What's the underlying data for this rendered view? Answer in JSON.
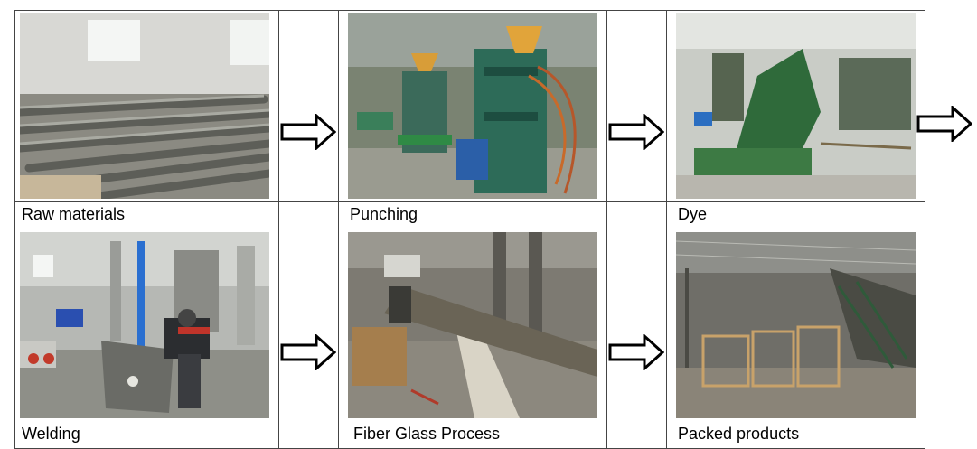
{
  "process_steps": [
    {
      "label": "Raw materials",
      "photo_icon": "raw-materials-photo"
    },
    {
      "label": "Punching",
      "photo_icon": "punching-machine-photo"
    },
    {
      "label": "Dye",
      "photo_icon": "dye-workshop-photo"
    },
    {
      "label": "Welding",
      "photo_icon": "welding-photo"
    },
    {
      "label": "Fiber Glass Process",
      "photo_icon": "fiber-glass-photo"
    },
    {
      "label": "Packed products",
      "photo_icon": "packed-products-photo"
    }
  ],
  "arrow_icon": "right-arrow-icon"
}
